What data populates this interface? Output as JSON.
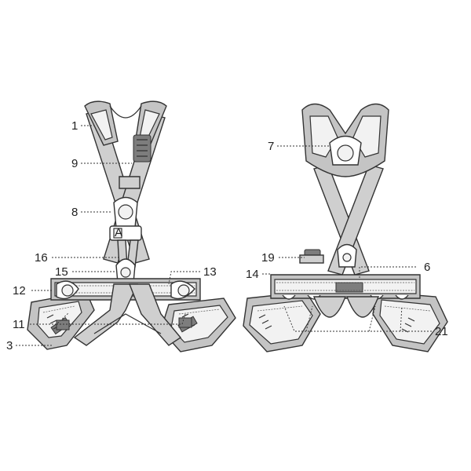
{
  "figure": {
    "front_view_callouts": [
      "1",
      "9",
      "8",
      "16",
      "15",
      "13",
      "12",
      "11",
      "3"
    ],
    "back_view_callouts": [
      "7",
      "19",
      "6",
      "14",
      "21"
    ],
    "buckle_letter": "A"
  }
}
